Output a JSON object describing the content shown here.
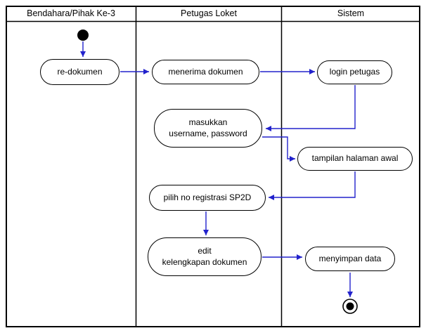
{
  "diagram": {
    "title": "activity-swimlane-diagram",
    "lanes": [
      {
        "label": "Bendahara/Pihak Ke-3"
      },
      {
        "label": "Petugas Loket"
      },
      {
        "label": "Sistem"
      }
    ],
    "nodes": {
      "re_dokumen": {
        "lines": [
          "re-dokumen"
        ]
      },
      "menerima_dokumen": {
        "lines": [
          "menerima dokumen"
        ]
      },
      "login_petugas": {
        "lines": [
          "login petugas"
        ]
      },
      "masukkan_username_password": {
        "lines": [
          "masukkan",
          "username, password"
        ]
      },
      "tampilan_halaman_awal": {
        "lines": [
          "tampilan halaman awal"
        ]
      },
      "pilih_no_registrasi_sp2d": {
        "lines": [
          "pilih no registrasi SP2D"
        ]
      },
      "edit_kelengkapan_dokumen": {
        "lines": [
          "edit",
          "kelengkapan dokumen"
        ]
      },
      "menyimpan_data": {
        "lines": [
          "menyimpan data"
        ]
      }
    },
    "symbols": {
      "initial_node": "filled-circle",
      "final_node": "bullseye-circle"
    },
    "edges": [
      {
        "from": "start",
        "to": "re-dokumen"
      },
      {
        "from": "re-dokumen",
        "to": "menerima dokumen"
      },
      {
        "from": "menerima dokumen",
        "to": "login petugas"
      },
      {
        "from": "login petugas",
        "to": "masukkan username, password"
      },
      {
        "from": "masukkan username, password",
        "to": "tampilan halaman awal"
      },
      {
        "from": "tampilan halaman awal",
        "to": "pilih no registrasi SP2D"
      },
      {
        "from": "pilih no registrasi SP2D",
        "to": "edit kelengkapan dokumen"
      },
      {
        "from": "edit kelengkapan dokumen",
        "to": "menyimpan data"
      },
      {
        "from": "menyimpan data",
        "to": "end"
      }
    ],
    "colors": {
      "arrow": "#2222CC",
      "node_border": "#000000",
      "node_fill": "#FFFFFF",
      "frame": "#000000",
      "background": "#FFFFFF"
    }
  }
}
